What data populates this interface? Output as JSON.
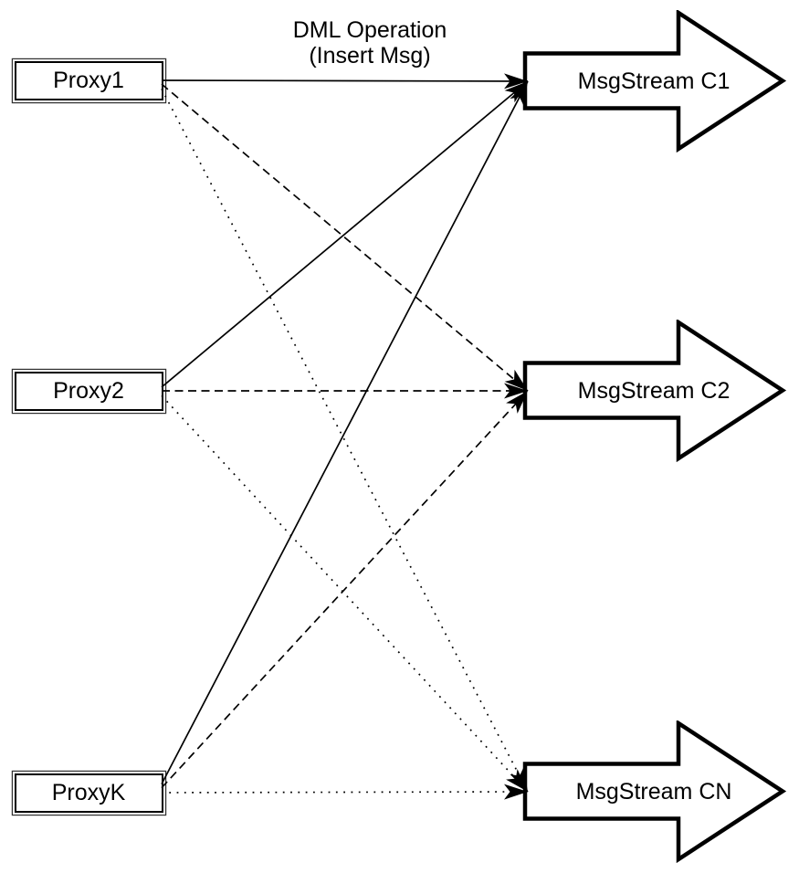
{
  "diagram": {
    "annotation": {
      "line1": "DML Operation",
      "line2": "(Insert Msg)"
    },
    "proxies": [
      {
        "id": "proxy1",
        "label": "Proxy1"
      },
      {
        "id": "proxy2",
        "label": "Proxy2"
      },
      {
        "id": "proxyk",
        "label": "ProxyK"
      }
    ],
    "streams": [
      {
        "id": "c1",
        "label": "MsgStream C1"
      },
      {
        "id": "c2",
        "label": "MsgStream C2"
      },
      {
        "id": "cn",
        "label": "MsgStream CN"
      }
    ],
    "edges": [
      {
        "from": "proxy1",
        "to": "c1",
        "style": "solid"
      },
      {
        "from": "proxy1",
        "to": "c2",
        "style": "dashed"
      },
      {
        "from": "proxy1",
        "to": "cn",
        "style": "dotted"
      },
      {
        "from": "proxy2",
        "to": "c1",
        "style": "solid"
      },
      {
        "from": "proxy2",
        "to": "c2",
        "style": "dashed"
      },
      {
        "from": "proxy2",
        "to": "cn",
        "style": "dotted"
      },
      {
        "from": "proxyk",
        "to": "c1",
        "style": "solid"
      },
      {
        "from": "proxyk",
        "to": "c2",
        "style": "dashed"
      },
      {
        "from": "proxyk",
        "to": "cn",
        "style": "dotted"
      }
    ],
    "colors": {
      "stroke": "#000000",
      "fill": "#ffffff"
    }
  }
}
